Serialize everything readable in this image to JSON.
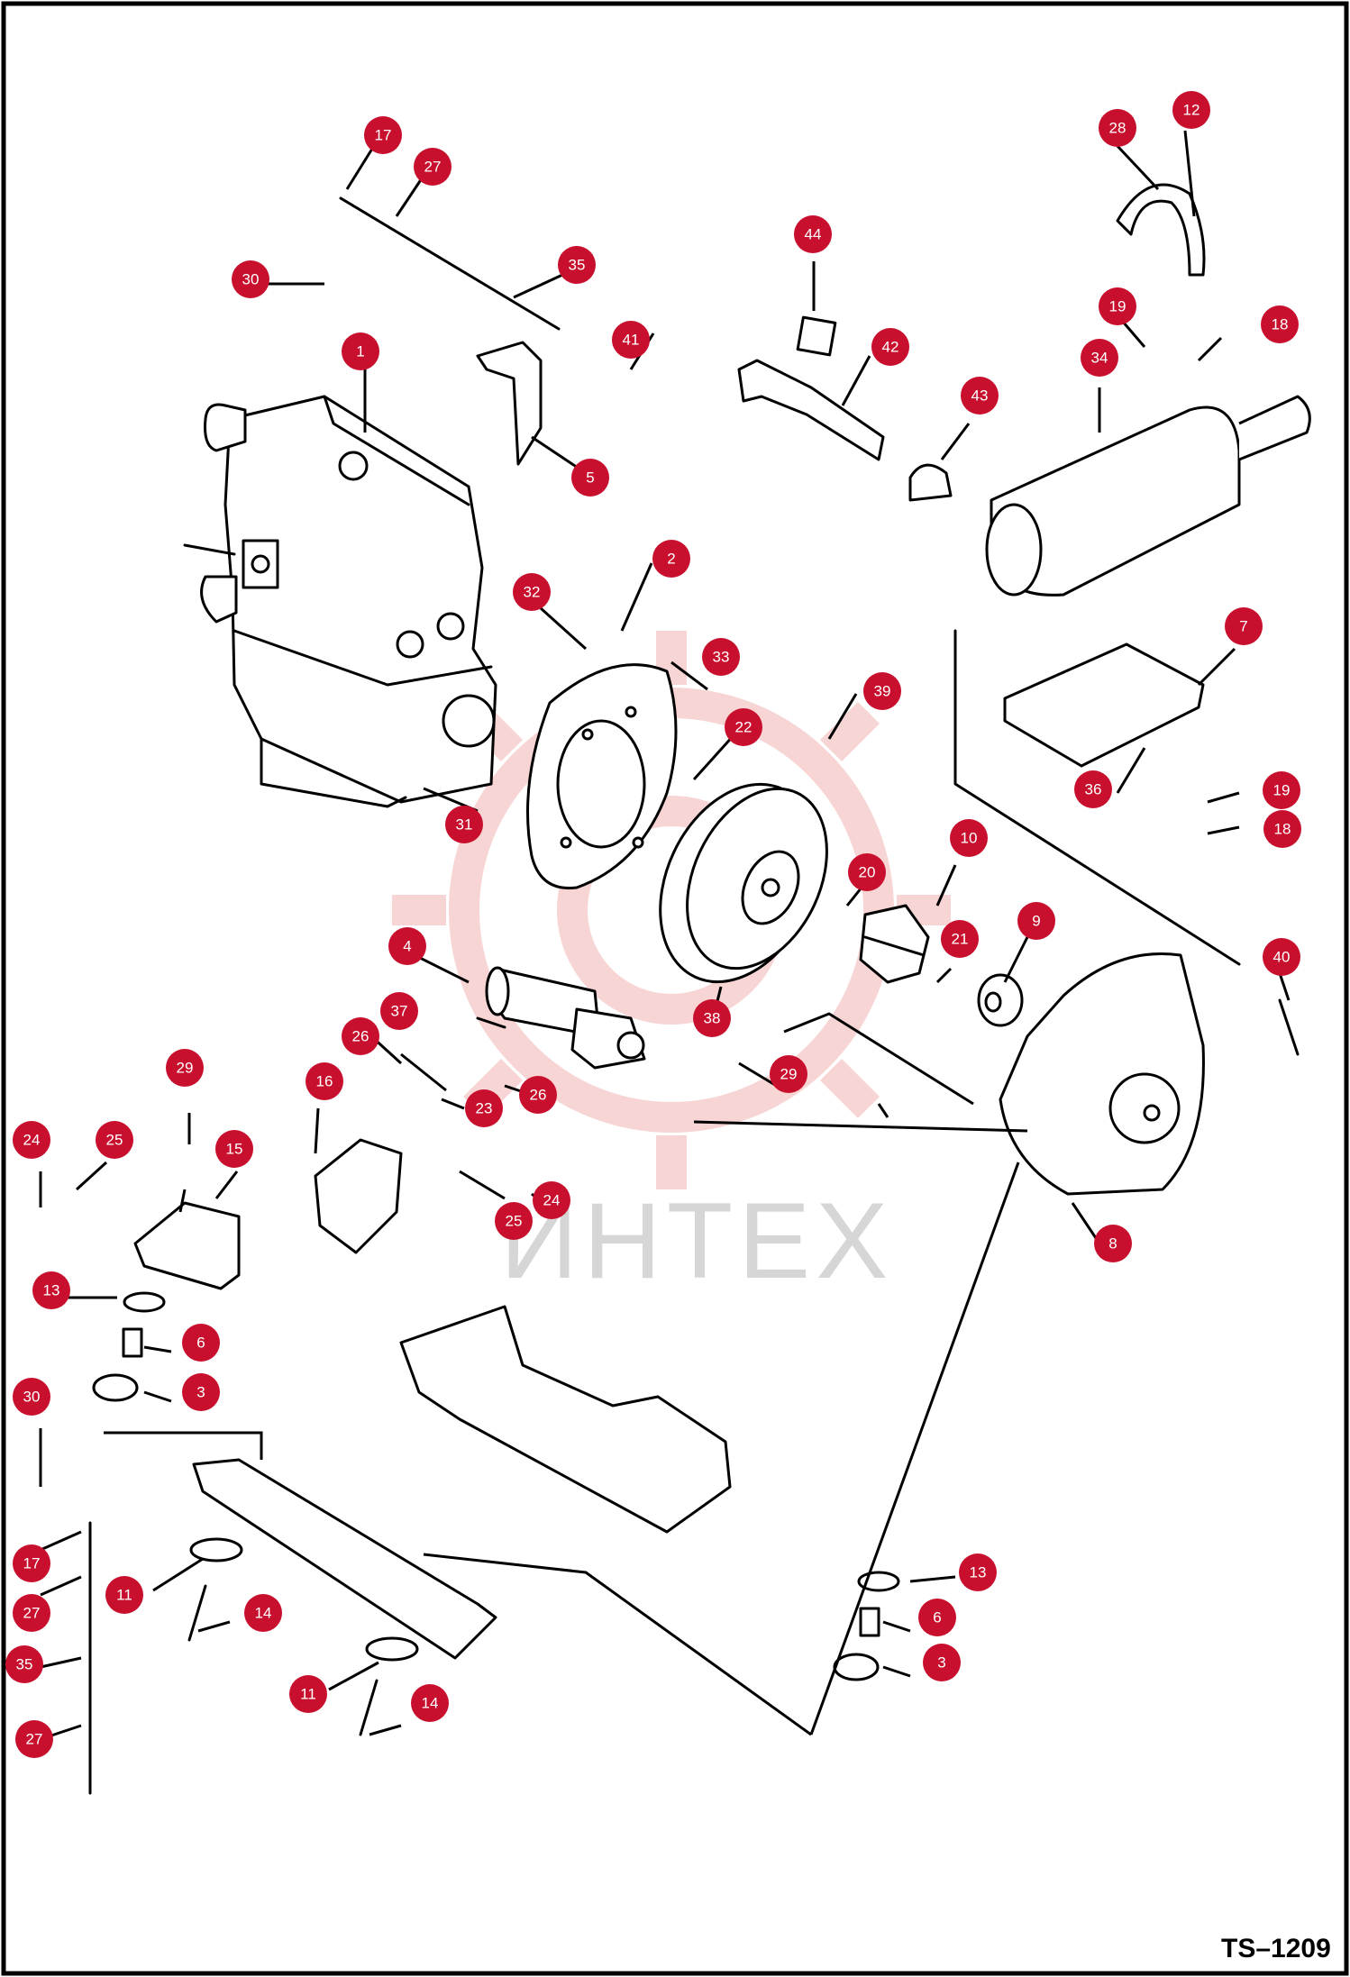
{
  "sheet_id": "TS–1209",
  "watermark": "ИНТЕХ",
  "colors": {
    "callout": "#c8102e",
    "line": "#000000",
    "watermark_gear": "#f2b3b3",
    "watermark_text": "#d6d6d6"
  },
  "callouts": [
    {
      "label": "1"
    },
    {
      "label": "2"
    },
    {
      "label": "3"
    },
    {
      "label": "3"
    },
    {
      "label": "4"
    },
    {
      "label": "5"
    },
    {
      "label": "6"
    },
    {
      "label": "6"
    },
    {
      "label": "7"
    },
    {
      "label": "8"
    },
    {
      "label": "9"
    },
    {
      "label": "10"
    },
    {
      "label": "11"
    },
    {
      "label": "11"
    },
    {
      "label": "12"
    },
    {
      "label": "13"
    },
    {
      "label": "13"
    },
    {
      "label": "14"
    },
    {
      "label": "14"
    },
    {
      "label": "15"
    },
    {
      "label": "16"
    },
    {
      "label": "17"
    },
    {
      "label": "17"
    },
    {
      "label": "18"
    },
    {
      "label": "18"
    },
    {
      "label": "19"
    },
    {
      "label": "19"
    },
    {
      "label": "20"
    },
    {
      "label": "21"
    },
    {
      "label": "22"
    },
    {
      "label": "23"
    },
    {
      "label": "24"
    },
    {
      "label": "24"
    },
    {
      "label": "25"
    },
    {
      "label": "25"
    },
    {
      "label": "26"
    },
    {
      "label": "26"
    },
    {
      "label": "27"
    },
    {
      "label": "27"
    },
    {
      "label": "27"
    },
    {
      "label": "28"
    },
    {
      "label": "29"
    },
    {
      "label": "29"
    },
    {
      "label": "30"
    },
    {
      "label": "30"
    },
    {
      "label": "31"
    },
    {
      "label": "32"
    },
    {
      "label": "33"
    },
    {
      "label": "34"
    },
    {
      "label": "35"
    },
    {
      "label": "35"
    },
    {
      "label": "36"
    },
    {
      "label": "37"
    },
    {
      "label": "38"
    },
    {
      "label": "39"
    },
    {
      "label": "40"
    },
    {
      "label": "41"
    },
    {
      "label": "42"
    },
    {
      "label": "43"
    },
    {
      "label": "44"
    }
  ]
}
